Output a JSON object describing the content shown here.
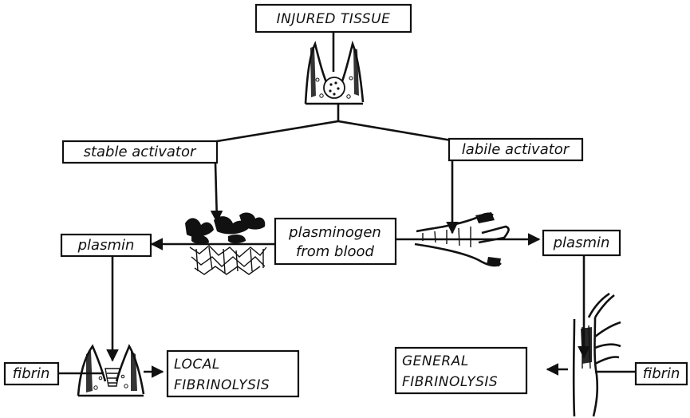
{
  "diagram": {
    "top_label": "INJURED TISSUE",
    "stable_activator": "stable activator",
    "labile_activator": "labile activator",
    "plasminogen_line1": "plasminogen",
    "plasminogen_line2": "from blood",
    "plasmin_left": "plasmin",
    "plasmin_right": "plasmin",
    "fibrin_left": "fibrin",
    "fibrin_right": "fibrin",
    "local_line1": "LOCAL",
    "local_line2": "FIBRINOLYSIS",
    "general_line1": "GENERAL",
    "general_line2": "FIBRINOLYSIS"
  }
}
